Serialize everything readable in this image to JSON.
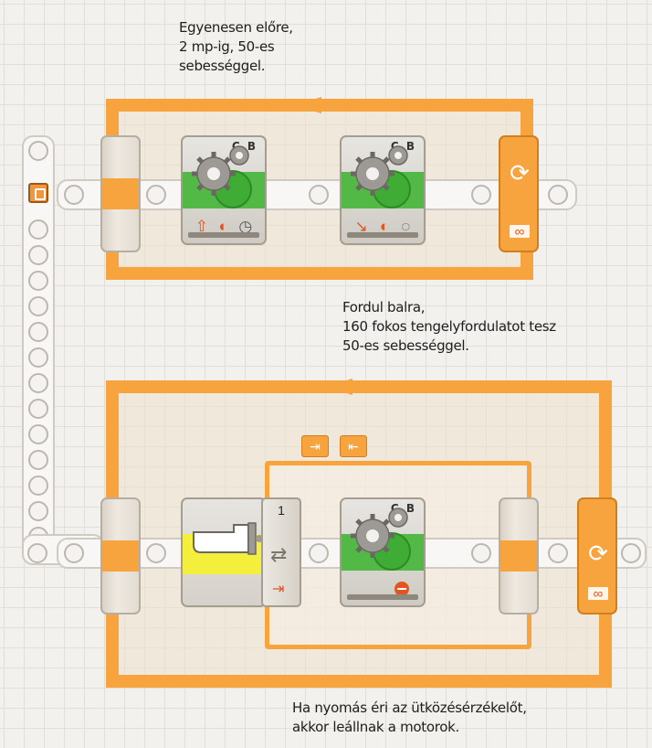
{
  "notes": {
    "top": "Egyenesen előre,\n2 mp-ig, 50-es\nsebességgel.",
    "middle": "Fordul balra,\n160 fokos tengelyfordulatot tesz\n50-es sebességgel.",
    "bottom": "Ha nyomás éri az ütközésérzékelőt,\nakkor leállnak a motorok."
  },
  "blocks": {
    "move1": {
      "ports": "C B",
      "icons": [
        "arrow-up-icon",
        "power-icon",
        "timer-icon"
      ]
    },
    "move2": {
      "ports": "C B",
      "icons": [
        "turn-left-icon",
        "power-icon",
        "rotation-icon"
      ]
    },
    "move3": {
      "ports": "C B",
      "icons": [
        "stop-icon"
      ]
    },
    "switch_condition": {
      "number": "1"
    },
    "loop_icon": "loop-icon",
    "infinity_symbol": "∞"
  },
  "colors": {
    "accent": "#f7a33e",
    "motor_green": "#52b947",
    "sensor_yellow": "#f4ef3c",
    "icon_red": "#e25522"
  }
}
